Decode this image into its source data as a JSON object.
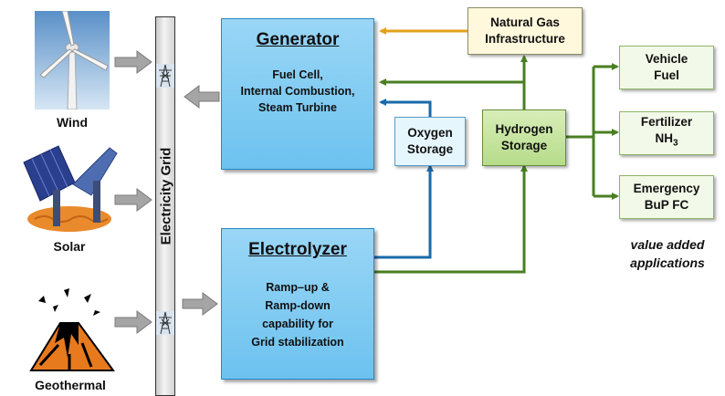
{
  "sources": {
    "wind": "Wind",
    "solar": "Solar",
    "geothermal": "Geothermal"
  },
  "grid": {
    "label": "Electricity Grid"
  },
  "generator": {
    "title": "Generator",
    "lines": [
      "Fuel Cell,",
      "Internal Combustion,",
      "Steam Turbine"
    ]
  },
  "electrolyzer": {
    "title": "Electrolyzer",
    "lines": [
      "Ramp–up &",
      "Ramp-down",
      "capability for",
      "Grid stabilization"
    ]
  },
  "oxygen_storage": {
    "lines": [
      "Oxygen",
      "Storage"
    ]
  },
  "hydrogen_storage": {
    "lines": [
      "Hydrogen",
      "Storage"
    ]
  },
  "natural_gas": {
    "lines": [
      "Natural Gas",
      "Infrastructure"
    ]
  },
  "applications": {
    "vehicle_fuel": [
      "Vehicle",
      "Fuel"
    ],
    "fertilizer": {
      "line1": "Fertilizer",
      "formula_base": "NH",
      "formula_sub": "3"
    },
    "emergency": [
      "Emergency",
      "BuP FC"
    ],
    "note": [
      "value added",
      "applications"
    ]
  },
  "colors": {
    "blue_box": "#6cc2ef",
    "green_line": "#4a7f22",
    "blue_line": "#1a6aa8",
    "gold_line": "#e0a21a",
    "grey_arrow": "#9a9a9a"
  }
}
